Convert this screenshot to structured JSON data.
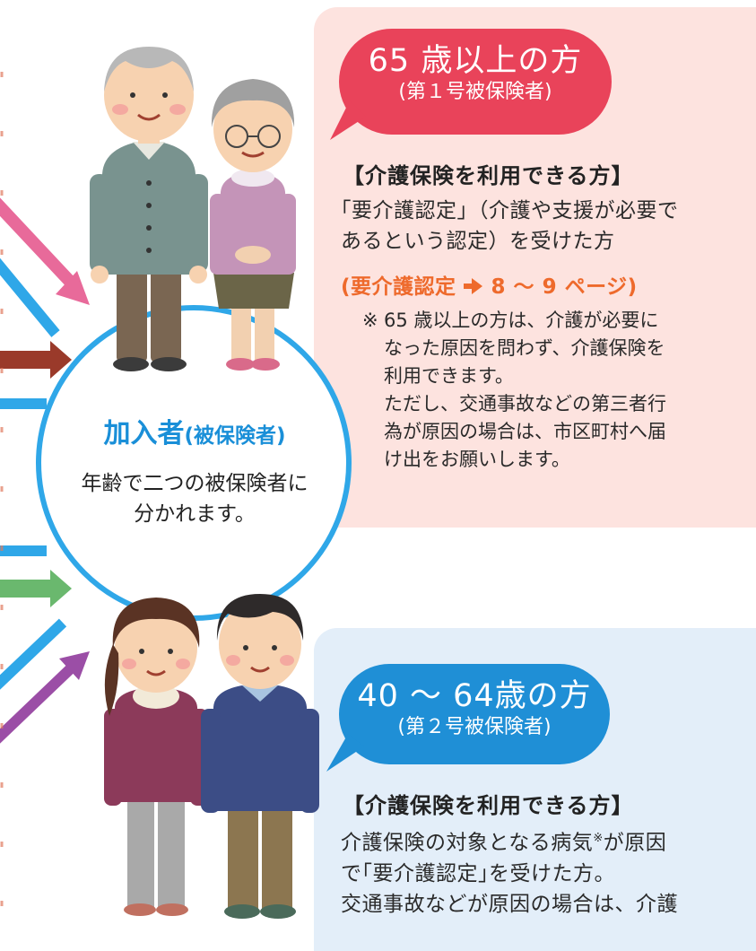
{
  "elderly": {
    "age_label": "65 歳以上の方",
    "category_label": "(第１号被保険者)",
    "heading": "【介護保険を利用できる方】",
    "body_line1": "｢要介護認定｣（介護や支援が必要で",
    "body_line2": "あるという認定）を受けた方",
    "ref_prefix": "(要介護認定",
    "ref_pages": "8 ～ 9 ページ)",
    "note_mark": "※",
    "note_lines": [
      "65 歳以上の方は、介護が必要に",
      "なった原因を問わず、介護保険を",
      "利用できます。",
      "ただし、交通事故などの第三者行",
      "為が原因の場合は、市区町村へ届",
      "け出をお願いします。"
    ]
  },
  "member": {
    "title": "加入者",
    "title_sub": "(被保険者)",
    "desc_line1": "年齢で二つの被保険者に",
    "desc_line2": "分かれます。"
  },
  "younger": {
    "age_label": "40 ～ 64歳の方",
    "category_label": "(第２号被保険者)",
    "heading": "【介護保険を利用できる方】",
    "body_line1a": "介護保険の対象となる病気",
    "body_line1_sup": "※",
    "body_line1b": "が原因",
    "body_line2": "で｢要介護認定｣を受けた方。",
    "body_line3": "交通事故などが原因の場合は、介護"
  },
  "colors": {
    "pink_bubble": "#e9435a",
    "blue_bubble": "#1f8fd6",
    "circle": "#2fa7e8",
    "orange_ref": "#ee6a2c",
    "arrow_pink": "#e86a9a",
    "arrow_blue": "#2fa7e8",
    "arrow_brown": "#9a3a2a",
    "arrow_green": "#6ab86e",
    "arrow_purple": "#9b4ea6"
  }
}
